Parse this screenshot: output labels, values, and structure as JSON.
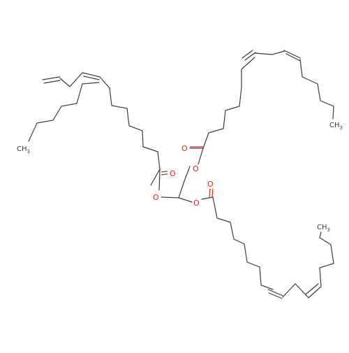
{
  "molecule": {
    "atoms": {
      "oxygen": "O",
      "methyl": "CH",
      "methyl_subscript": "3"
    },
    "colors": {
      "bond": "#3c3c3c",
      "oxygen": "#d62a1e",
      "background": "#ffffff"
    }
  }
}
